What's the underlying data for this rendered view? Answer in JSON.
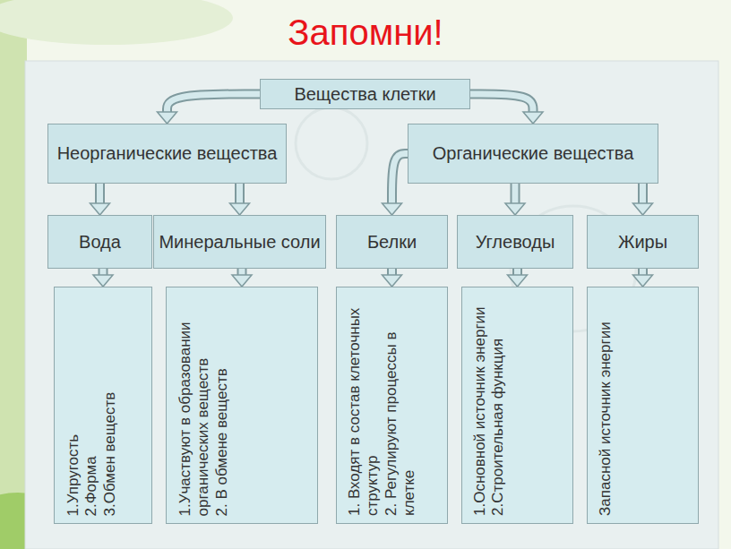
{
  "diagram": {
    "title": "Запомни!",
    "nodes": [
      {
        "text": [
          "Вещества клетки"
        ]
      },
      {
        "text": [
          "Неорганические вещества"
        ]
      },
      {
        "text": [
          "Органические вещества"
        ]
      },
      {
        "text": [
          "Вода"
        ]
      },
      {
        "text": [
          "Минеральные соли"
        ]
      },
      {
        "text": [
          "Белки"
        ]
      },
      {
        "text": [
          "Углеводы"
        ]
      },
      {
        "text": [
          "Жиры"
        ]
      },
      {
        "text": [
          "1.Упругость",
          "2.Форма",
          "3.Обмен веществ"
        ]
      },
      {
        "text": [
          "1.Участвуют в образовании органических веществ",
          "2. В обмене веществ"
        ]
      },
      {
        "text": [
          "1. Входят в состав клеточных структур",
          "2. Регулируют процессы в клетке"
        ]
      },
      {
        "text": [
          "1.Основной источник энергии",
          "2.Строительная функция"
        ]
      },
      {
        "text": [
          "Запасной источник энергии"
        ]
      }
    ],
    "edges": [
      {
        "from": 0,
        "to": 1,
        "arrow": "to"
      },
      {
        "from": 0,
        "to": 2,
        "arrow": "to"
      },
      {
        "from": 1,
        "to": 3,
        "arrow": "to"
      },
      {
        "from": 1,
        "to": 4,
        "arrow": "to"
      },
      {
        "from": 2,
        "to": 5,
        "arrow": "to"
      },
      {
        "from": 2,
        "to": 6,
        "arrow": "to"
      },
      {
        "from": 2,
        "to": 7,
        "arrow": "to"
      },
      {
        "from": 3,
        "to": 8,
        "arrow": "to"
      },
      {
        "from": 4,
        "to": 9,
        "arrow": "to"
      },
      {
        "from": 5,
        "to": 10,
        "arrow": "to"
      },
      {
        "from": 6,
        "to": 11,
        "arrow": "to"
      },
      {
        "from": 7,
        "to": 12,
        "arrow": "to"
      }
    ]
  }
}
